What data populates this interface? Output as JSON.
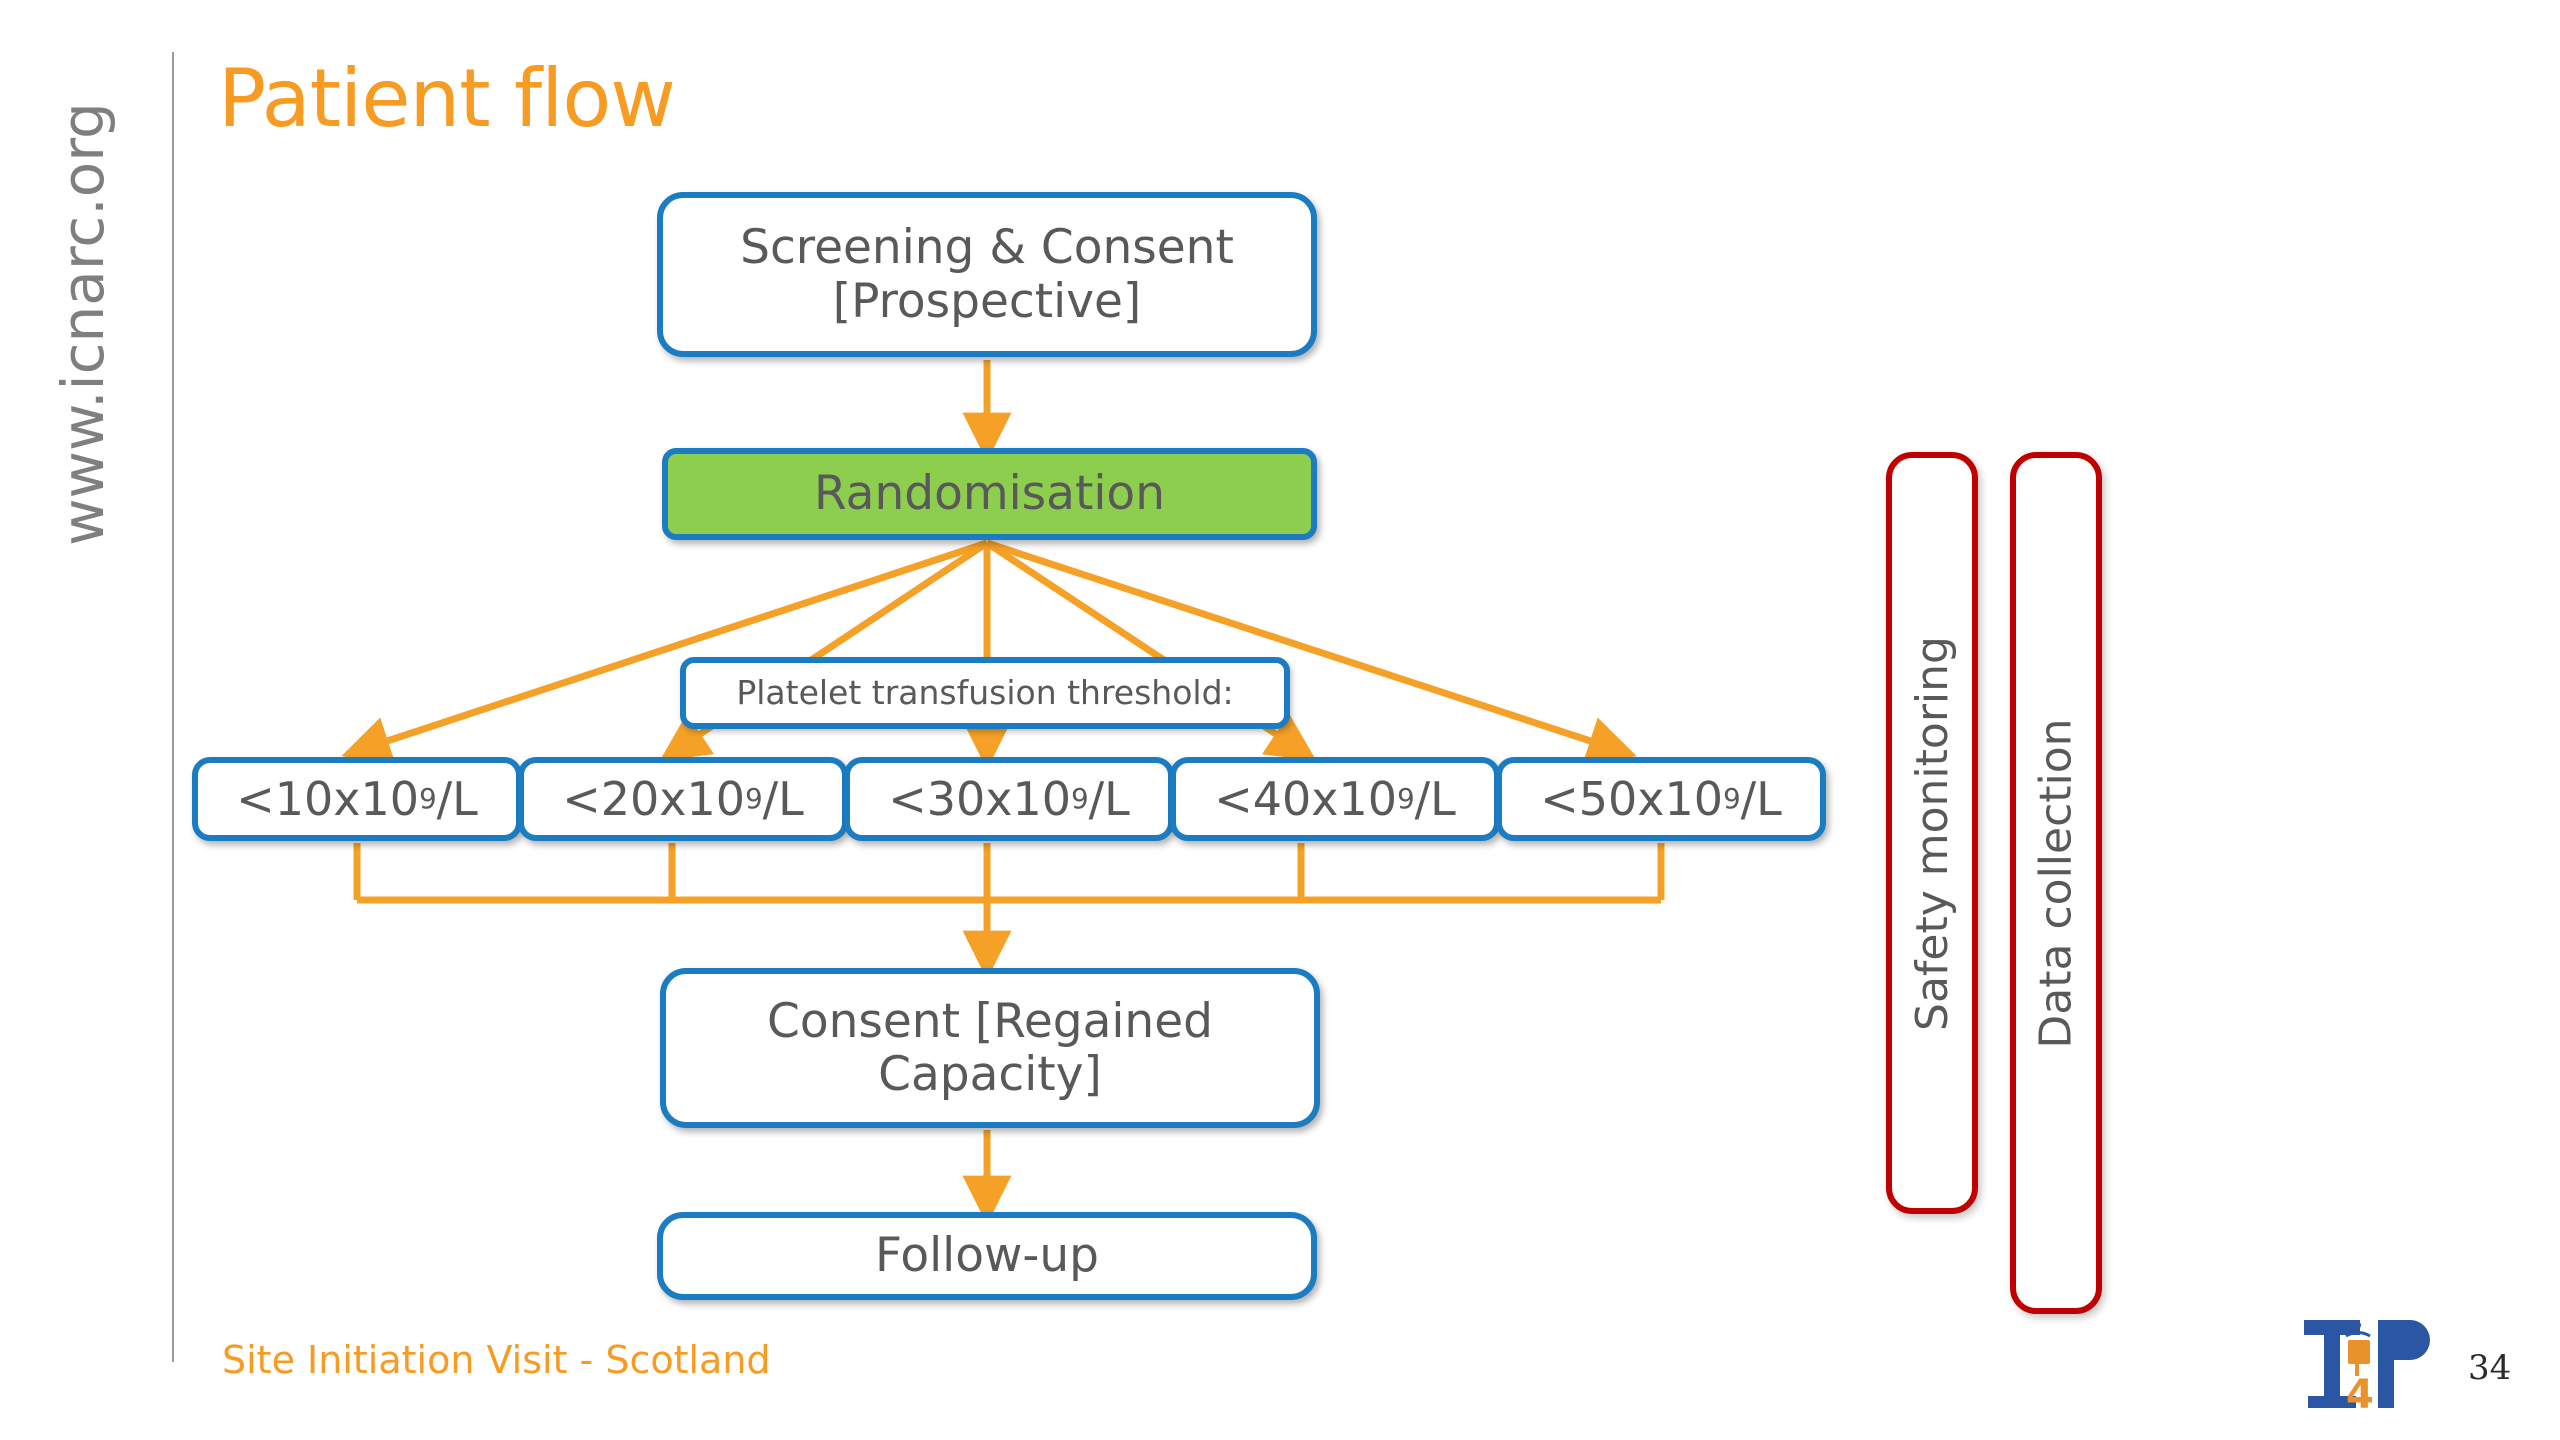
{
  "slide": {
    "side_url": "www.icnarc.org",
    "title": "Patient flow",
    "footer": "Site Initiation Visit - Scotland",
    "page_number": "34",
    "logo_alt": "T4P logo"
  },
  "colors": {
    "title_orange": "#F79B22",
    "box_blue": "#1B7CC2",
    "randomisation_green": "#8DCE4F",
    "arrow_orange": "#F5A027",
    "red_border": "#C00000",
    "text_gray": "#595959",
    "divider_gray": "#9A9A9A"
  },
  "flow": {
    "screening": "Screening & Consent\n[Prospective]",
    "screening_line1": "Screening & Consent",
    "screening_line2": "[Prospective]",
    "randomisation": "Randomisation",
    "threshold_label": "Platelet transfusion threshold:",
    "consent_line1": "Consent [Regained",
    "consent_line2": "Capacity]",
    "followup": "Follow-up"
  },
  "thresholds": [
    {
      "value": "<10x10",
      "exp": "9",
      "unit": "/L"
    },
    {
      "value": "<20x10",
      "exp": "9",
      "unit": "/L"
    },
    {
      "value": "<30x10",
      "exp": "9",
      "unit": "/L"
    },
    {
      "value": "<40x10",
      "exp": "9",
      "unit": "/L"
    },
    {
      "value": "<50x10",
      "exp": "9",
      "unit": "/L"
    }
  ],
  "sidebars": [
    {
      "label": "Safety monitoring"
    },
    {
      "label": "Data collection"
    }
  ]
}
